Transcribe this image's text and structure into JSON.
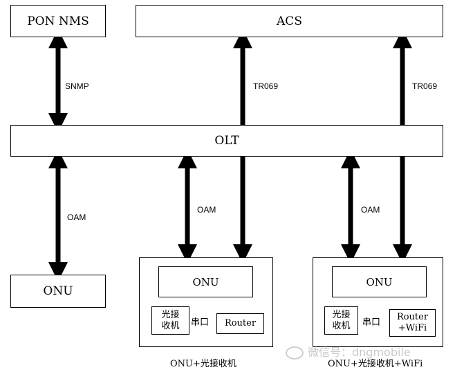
{
  "top": {
    "pon_nms": "PON NMS",
    "acs": "ACS"
  },
  "olt": "OLT",
  "links": {
    "snmp": "SNMP",
    "tr069": "TR069",
    "oam": "OAM"
  },
  "onu_left": "ONU",
  "middle": {
    "onu": "ONU",
    "receiver": "光接\n收机",
    "serial": "串口",
    "router": "Router",
    "caption": "ONU+光接收机"
  },
  "right": {
    "onu": "ONU",
    "receiver": "光接\n收机",
    "serial": "串口",
    "router": "Router\n+WiFi",
    "caption": "ONU+光接收机+WiFi"
  },
  "watermark": "微信号：dngmobile"
}
